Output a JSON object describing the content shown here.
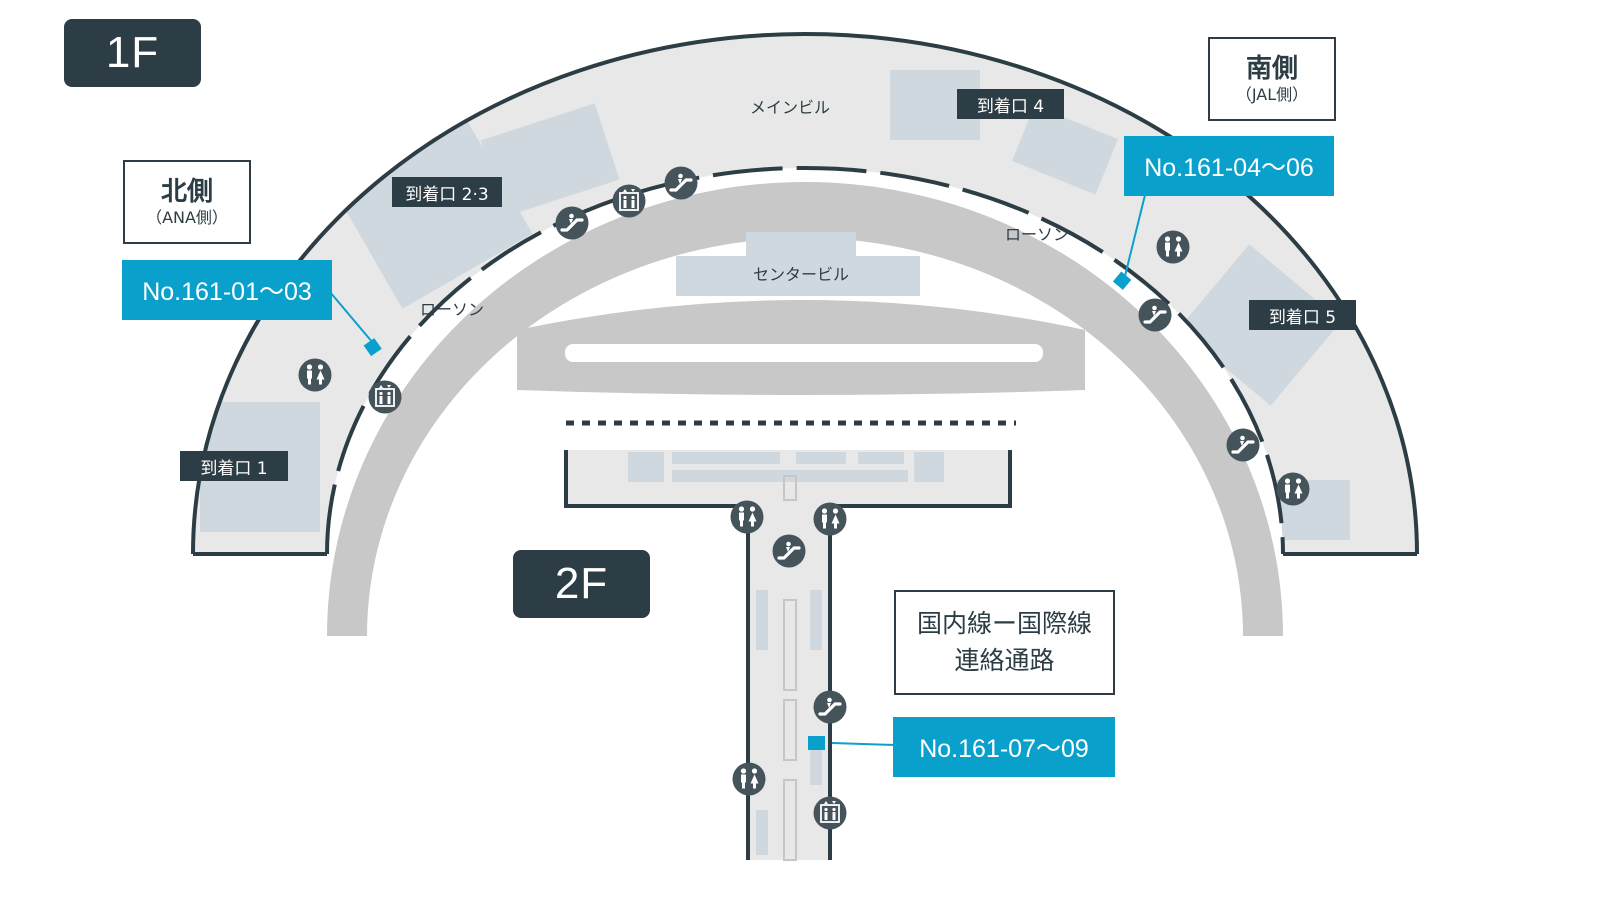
{
  "floors": {
    "upper": "1F",
    "lower": "2F"
  },
  "sides": {
    "north": {
      "title": "北側",
      "subtitle": "（ANA側）"
    },
    "south": {
      "title": "南側",
      "subtitle": "（JAL側）"
    }
  },
  "gates": {
    "gate1": "到着口 1",
    "gate23": "到着口 2·3",
    "gate4": "到着口 4",
    "gate5": "到着口 5"
  },
  "buildings": {
    "main": "メインビル",
    "center": "センタービル"
  },
  "shops": {
    "lawson_north": "ローソン",
    "lawson_south": "ローソン"
  },
  "stations": {
    "north": "No.161-01～03",
    "south": "No.161-04～06",
    "connector": "No.161-07～09"
  },
  "connector_label": {
    "line1": "国内線ー国際線",
    "line2": "連絡通路"
  },
  "colors": {
    "dark": "#2d3d45",
    "accent": "#0aa0cc",
    "floor_light": "#e8e8e8",
    "floor_mid": "#c6c6c6",
    "room": "#cfd8df"
  },
  "icons": {
    "restroom": "restroom-icon",
    "elevator": "elevator-icon",
    "escalator": "escalator-icon"
  }
}
